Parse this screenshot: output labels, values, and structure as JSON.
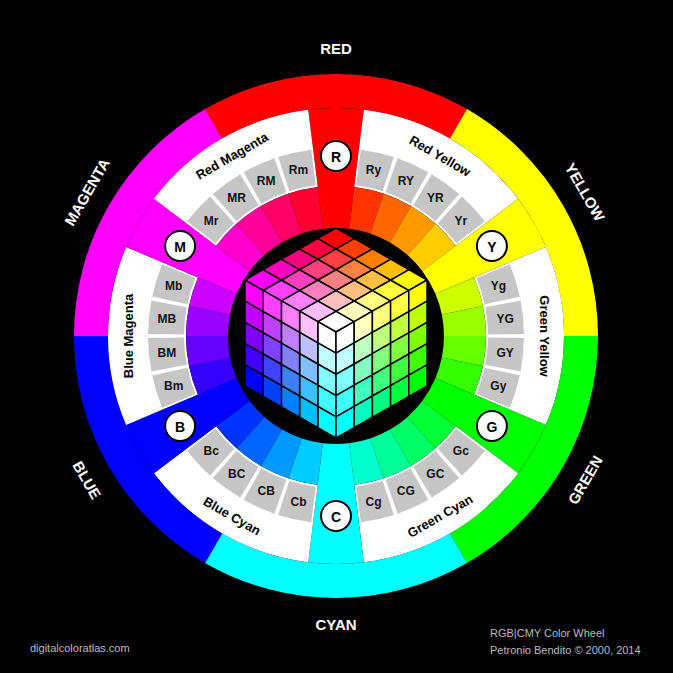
{
  "diagram": {
    "nodes": [
      {
        "text": [
          "RED"
        ]
      },
      {
        "text": [
          "R"
        ],
        "in": 0
      },
      {
        "text": [
          "Red Yellow"
        ]
      },
      {
        "text": [
          "Ry"
        ],
        "in": 2
      },
      {
        "text": [
          "RY"
        ],
        "in": 2
      },
      {
        "text": [
          "YR"
        ],
        "in": 2
      },
      {
        "text": [
          "Yr"
        ],
        "in": 2
      },
      {
        "text": [
          "YELLOW"
        ]
      },
      {
        "text": [
          "Y"
        ],
        "in": 7
      },
      {
        "text": [
          "Green Yellow"
        ]
      },
      {
        "text": [
          "Yg"
        ],
        "in": 9
      },
      {
        "text": [
          "YG"
        ],
        "in": 9
      },
      {
        "text": [
          "GY"
        ],
        "in": 9
      },
      {
        "text": [
          "Gy"
        ],
        "in": 9
      },
      {
        "text": [
          "GREEN"
        ]
      },
      {
        "text": [
          "G"
        ],
        "in": 14
      },
      {
        "text": [
          "Green Cyan"
        ]
      },
      {
        "text": [
          "Gc"
        ],
        "in": 16
      },
      {
        "text": [
          "GC"
        ],
        "in": 16
      },
      {
        "text": [
          "CG"
        ],
        "in": 16
      },
      {
        "text": [
          "Cg"
        ],
        "in": 16
      },
      {
        "text": [
          "CYAN"
        ]
      },
      {
        "text": [
          "C"
        ],
        "in": 21
      },
      {
        "text": [
          "Blue Cyan"
        ]
      },
      {
        "text": [
          "Cb"
        ],
        "in": 23
      },
      {
        "text": [
          "CB"
        ],
        "in": 23
      },
      {
        "text": [
          "BC"
        ],
        "in": 23
      },
      {
        "text": [
          "Bc"
        ],
        "in": 23
      },
      {
        "text": [
          "BLUE"
        ]
      },
      {
        "text": [
          "B"
        ],
        "in": 28
      },
      {
        "text": [
          "Blue Magenta"
        ]
      },
      {
        "text": [
          "Bm"
        ],
        "in": 30
      },
      {
        "text": [
          "BM"
        ],
        "in": 30
      },
      {
        "text": [
          "MB"
        ],
        "in": 30
      },
      {
        "text": [
          "Mb"
        ],
        "in": 30
      },
      {
        "text": [
          "MAGENTA"
        ]
      },
      {
        "text": [
          "M"
        ],
        "in": 35
      },
      {
        "text": [
          "Red Magenta"
        ]
      },
      {
        "text": [
          "Mr"
        ],
        "in": 37
      },
      {
        "text": [
          "MR"
        ],
        "in": 37
      },
      {
        "text": [
          "RM"
        ],
        "in": 37
      },
      {
        "text": [
          "Rm"
        ],
        "in": 37
      }
    ],
    "labels": [
      "digitalcoloratlas.com",
      "RGB|CMY Color Wheel",
      "Petronio Bendito © 2000, 2014"
    ]
  }
}
